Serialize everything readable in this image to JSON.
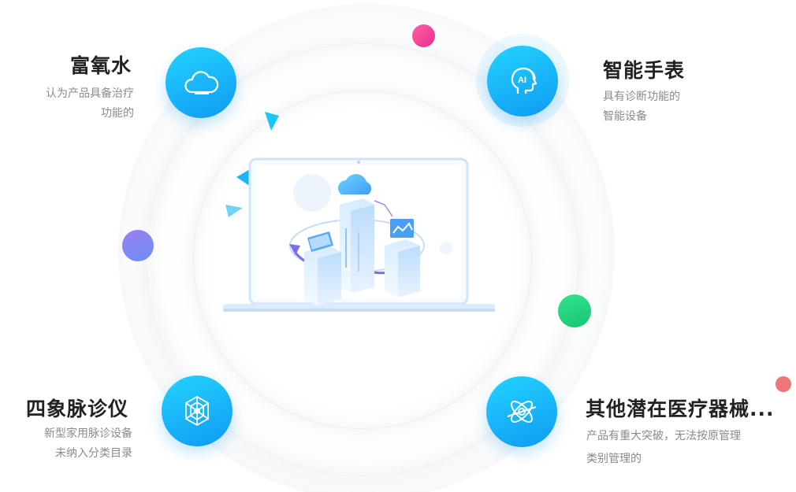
{
  "features": [
    {
      "title": "富氧水",
      "desc_lines": [
        "认为产品具备治疗",
        "功能的"
      ],
      "icon": "cloud-icon"
    },
    {
      "title": "智能手表",
      "desc_lines": [
        "具有诊断功能的",
        "智能设备"
      ],
      "icon": "ai-head-icon",
      "badge": "AI"
    },
    {
      "title": "四象脉诊仪",
      "desc_lines": [
        "新型家用脉诊设备",
        "未纳入分类目录"
      ],
      "icon": "web-network-icon"
    },
    {
      "title": "其他潜在医疗器械...",
      "desc_lines": [
        "产品有重大突破，无法按原管理",
        "类别管理的"
      ],
      "icon": "atom-icon"
    }
  ],
  "colors": {
    "icon_gradient_start": "#23d3ff",
    "icon_gradient_end": "#109af3",
    "title": "#222222",
    "desc": "#8a8a8a",
    "accent_pink": "#e8308a",
    "accent_purple": "#7f8af2",
    "accent_green": "#13c572",
    "accent_red": "#f07678"
  },
  "illustration": {
    "name": "laptop-cloud-illustration"
  }
}
